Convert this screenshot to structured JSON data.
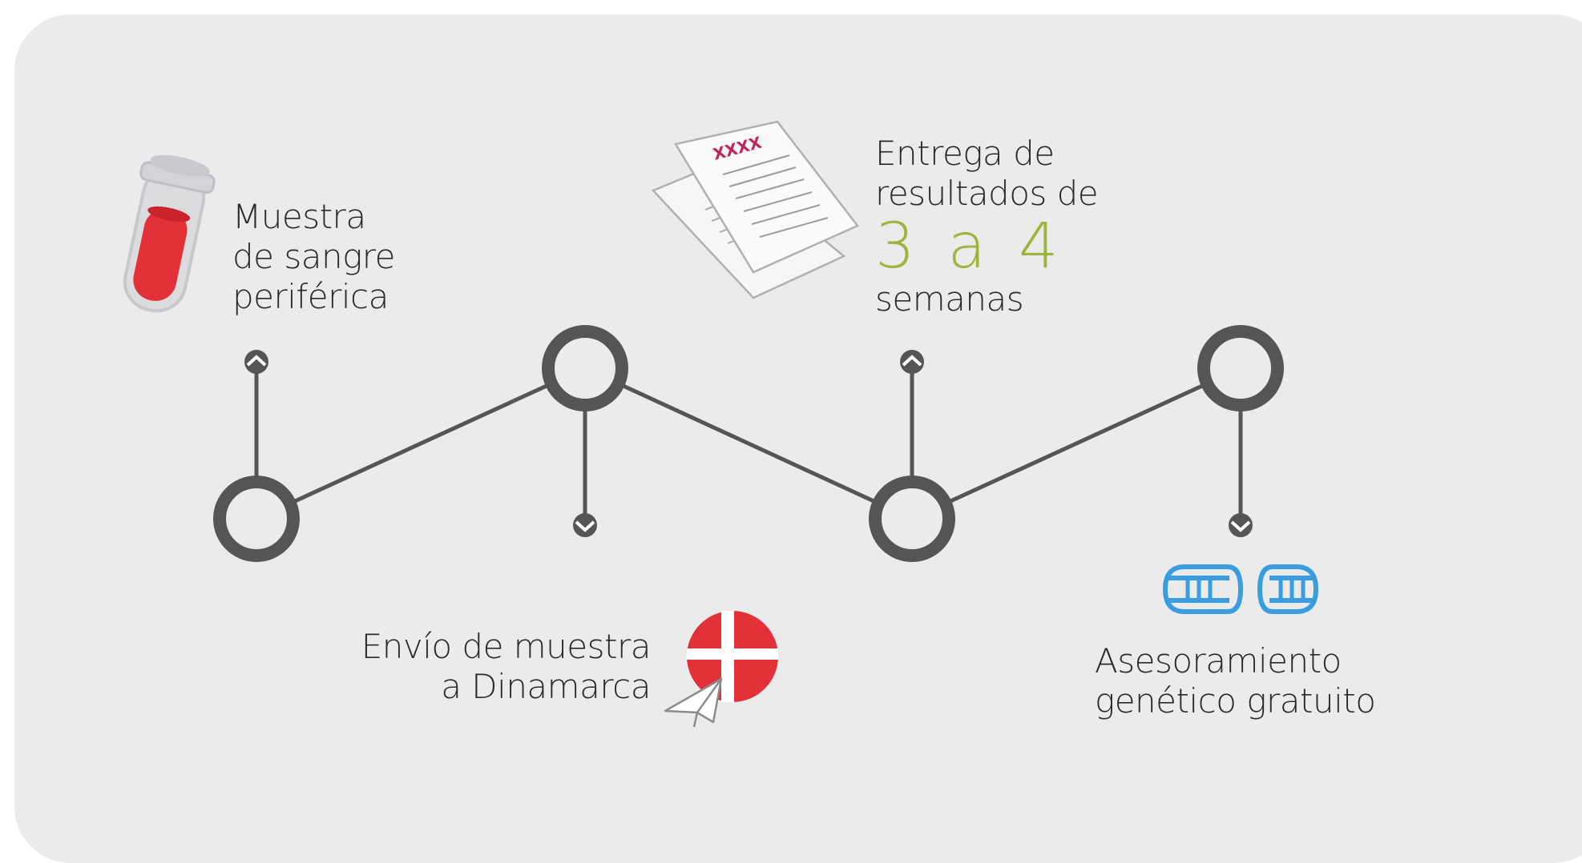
{
  "steps": [
    {
      "lines": [
        "Muestra",
        "de sangre",
        "periférica"
      ],
      "icon": "test-tube-icon"
    },
    {
      "lines": [
        "Envío de muestra",
        "a Dinamarca"
      ],
      "icon": "denmark-flag-paper-plane-icon"
    },
    {
      "line1": "Entrega de",
      "line2": "resultados de",
      "highlight": "3 a 4",
      "line4": "semanas",
      "icon": "document-icon",
      "doc_mark": "XXXX"
    },
    {
      "lines": [
        "Asesoramiento",
        "genético gratuito"
      ],
      "icon": "dna-icon"
    }
  ],
  "colors": {
    "background": "#ebebeb",
    "line": "#555555",
    "highlight": "#9cb53a",
    "tube_red": "#e3313a",
    "flag_red": "#e3313a",
    "dna_blue": "#3a9de0",
    "doc_mark": "#c0265a"
  }
}
